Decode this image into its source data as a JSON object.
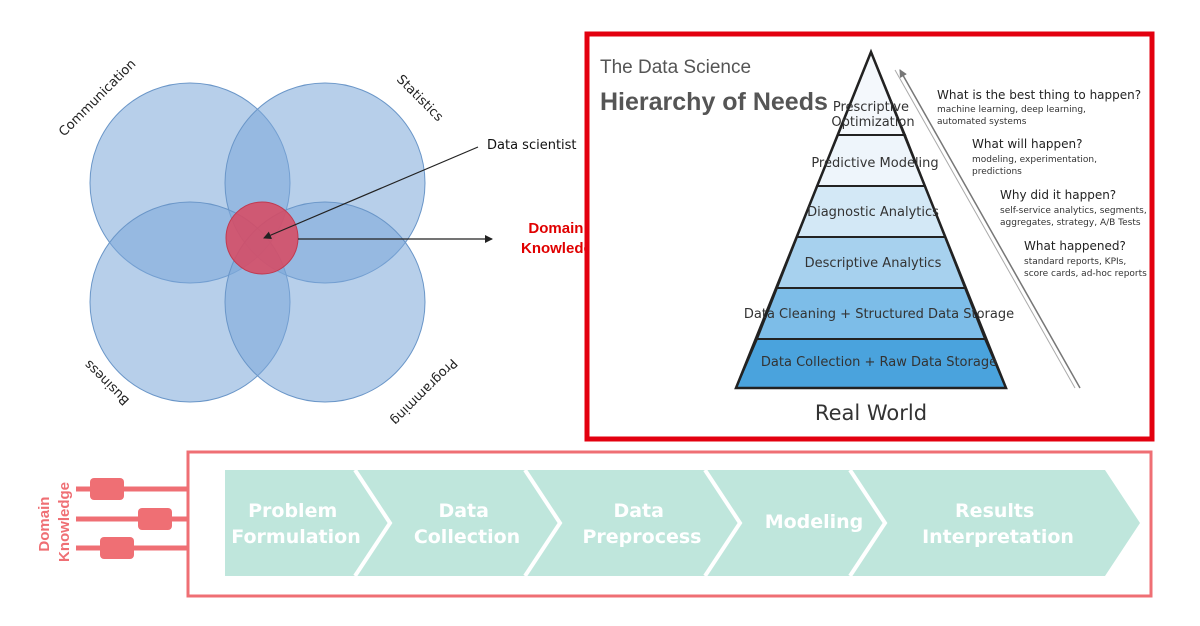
{
  "venn": {
    "labels": {
      "communication": "Communication",
      "statistics": "Statistics",
      "business": "Business",
      "programming": "Programming"
    },
    "center_label": "Data scientist",
    "colors": {
      "circle": "#7ba7d9",
      "center": "#d9485f"
    }
  },
  "domain_knowledge_label": "Domain Knowledge",
  "pyramid": {
    "title_line1": "The Data Science",
    "title_line2": "Hierarchy of Needs",
    "layers": [
      "Prescriptive Optimization",
      "Predictive Modeling",
      "Diagnostic Analytics",
      "Descriptive Analytics",
      "Data Cleaning + Structured Data Storage",
      "Data Collection + Raw Data Storage"
    ],
    "questions": [
      {
        "q": "What is the best thing to happen?",
        "detail": [
          "machine learning, deep learning,",
          "automated systems"
        ]
      },
      {
        "q": "What will happen?",
        "detail": [
          "modeling, experimentation,",
          "predictions"
        ]
      },
      {
        "q": "Why did it happen?",
        "detail": [
          "self-service analytics, segments,",
          "aggregates, strategy, A/B Tests"
        ]
      },
      {
        "q": "What happened?",
        "detail": [
          "standard reports, KPIs,",
          "score cards, ad-hoc reports"
        ]
      }
    ],
    "base_label": "Real World",
    "frame_color": "#e3000f"
  },
  "pipeline": {
    "steps": [
      "Problem Formulation",
      "Data Collection",
      "Data Preprocess",
      "Modeling",
      "Results Interpretation"
    ],
    "colors": {
      "arrow": "#bfe6dc",
      "frame": "#ef6f74"
    }
  }
}
